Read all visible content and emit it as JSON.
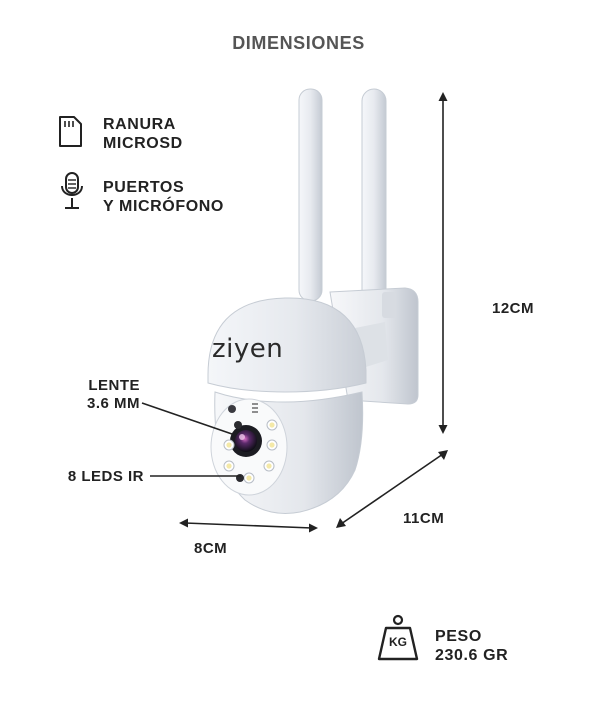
{
  "title": "DIMENSIONES",
  "features": {
    "microsd": {
      "icon": "sd-card-icon",
      "line1": "RANURA",
      "line2": "MICROSD"
    },
    "mic": {
      "icon": "microphone-icon",
      "line1": "PUERTOS",
      "line2": "Y MICRÓFONO"
    }
  },
  "callouts": {
    "lens": {
      "line1": "LENTE",
      "line2": "3.6 MM"
    },
    "leds": {
      "text": "8 LEDS IR"
    }
  },
  "dimensions": {
    "height": "12CM",
    "depth": "11CM",
    "width": "8CM"
  },
  "weight": {
    "icon": "weight-icon",
    "badge": "KG",
    "line1": "PESO",
    "line2": "230.6 GR"
  },
  "product": {
    "brand": "ziyen"
  }
}
